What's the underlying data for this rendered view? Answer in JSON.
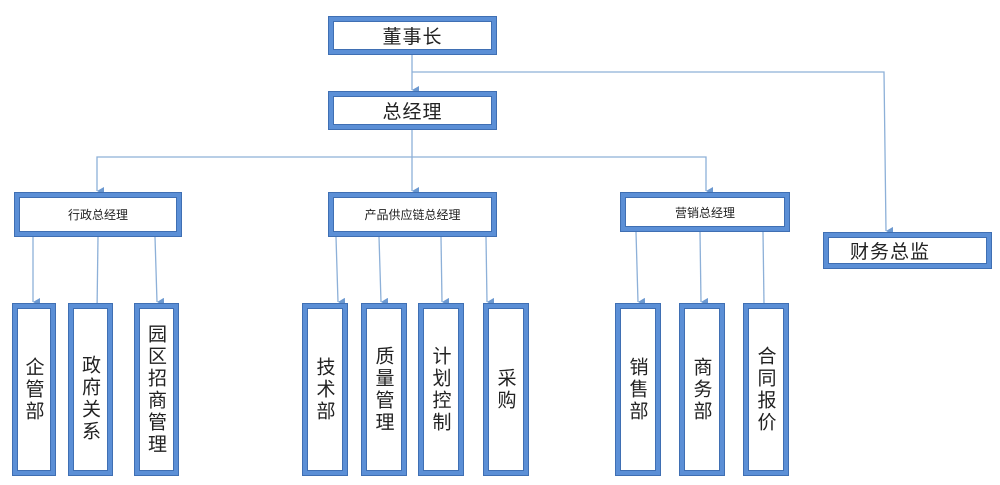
{
  "colors": {
    "box_border": "#5b8fd6",
    "box_outline": "#3f6fb3",
    "connector": "#7aa3d4"
  },
  "chairman": {
    "label": "董事长"
  },
  "general_manager": {
    "label": "总经理"
  },
  "finance_director": {
    "label": "财务总监"
  },
  "divisions": [
    {
      "label": "行政总经理",
      "departments": [
        "企管部",
        "政府关系",
        "园区招商管理"
      ]
    },
    {
      "label": "产品供应链总经理",
      "departments": [
        "技术部",
        "质量管理",
        "计划控制",
        "采购"
      ]
    },
    {
      "label": "营销总经理",
      "departments": [
        "销售部",
        "商务部",
        "合同报价"
      ]
    }
  ]
}
